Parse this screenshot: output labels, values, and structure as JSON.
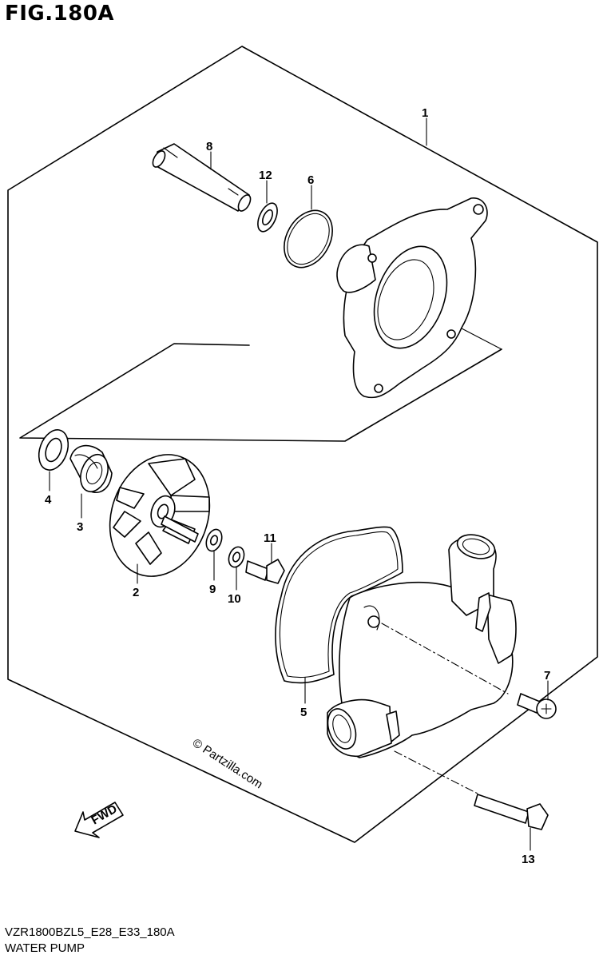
{
  "figure": {
    "title": "FIG.180A",
    "code": "VZR1800BZL5_E28_E33_180A",
    "name": "WATER PUMP"
  },
  "watermark": "© Partzilla.com",
  "direction_label": "FWD",
  "callouts": {
    "c1": "1",
    "c2": "2",
    "c3": "3",
    "c4": "4",
    "c5": "5",
    "c6": "6",
    "c7": "7",
    "c8": "8",
    "c9": "9",
    "c10": "10",
    "c11": "11",
    "c12": "12",
    "c13": "13"
  }
}
